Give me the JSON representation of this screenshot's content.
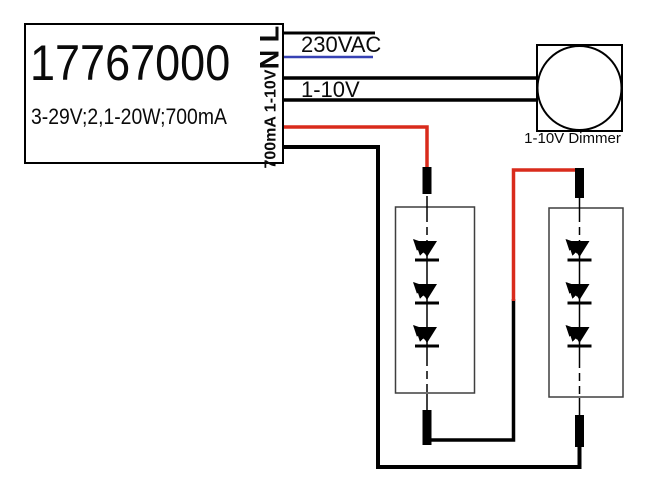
{
  "driver": {
    "model": "17767000",
    "specs": "3-29V;2,1-20W;700mA",
    "mains_terminals": "N L",
    "output_terminals": "700mA 1-10V"
  },
  "wires": {
    "mains_label": "230VAC",
    "control_label": "1-10V"
  },
  "dimmer": {
    "label": "1-10V Dimmer"
  },
  "led_modules": {
    "count": 2,
    "leds_per_module": 3
  },
  "colors": {
    "wire-black": "#000000",
    "wire-red": "#d92b1c",
    "wire-blue": "#3742b4",
    "module-outline": "#3f3f3f"
  }
}
